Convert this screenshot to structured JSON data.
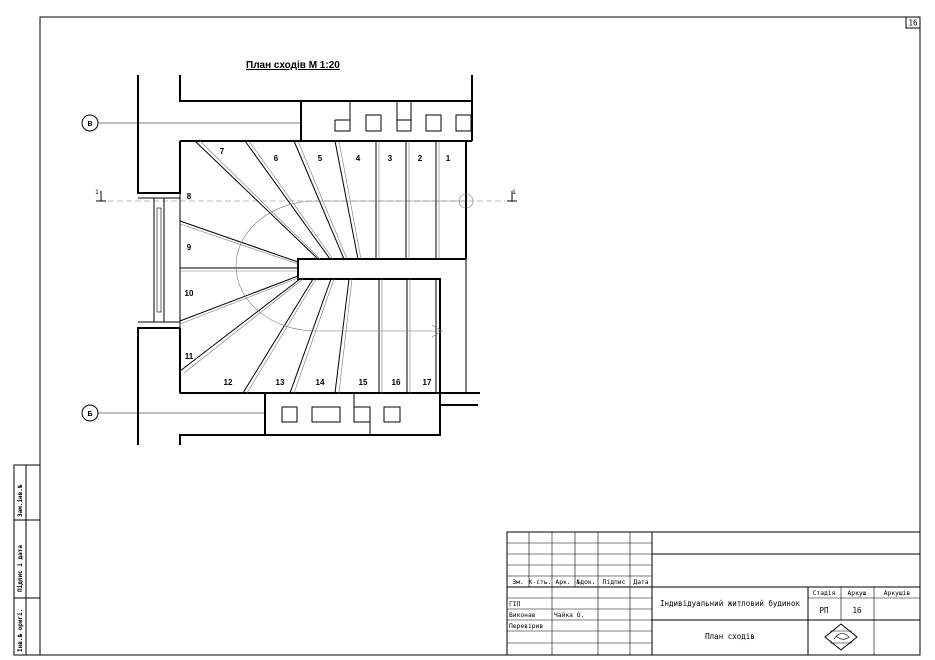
{
  "sheet_number": "16",
  "drawing_title": "План сходів  М 1:20",
  "axis_bubbles": [
    "В",
    "Б"
  ],
  "section_mark": "1",
  "steps": [
    "1",
    "2",
    "3",
    "4",
    "5",
    "6",
    "7",
    "8",
    "9",
    "10",
    "11",
    "12",
    "13",
    "14",
    "15",
    "16",
    "17"
  ],
  "side_stamp": {
    "top": "Зам.інв.№",
    "middle": "Підпис і дата",
    "bottom": "Інв.№ оригі."
  },
  "title_block": {
    "headers": [
      "Зм.",
      "К-сть.",
      "Арк.",
      "№док.",
      "Підпис",
      "Дата"
    ],
    "roles": [
      "ГІП",
      "Виконав",
      "Перевірив"
    ],
    "executor": "Чайка О.",
    "project": "Індивідуальний житловий будинок",
    "sheet_name": "План сходів",
    "stage_label": "Стадія",
    "sheet_label": "Аркуш",
    "sheets_label": "Аркушів",
    "stage": "РП",
    "sheet": "16",
    "sheets": ""
  }
}
